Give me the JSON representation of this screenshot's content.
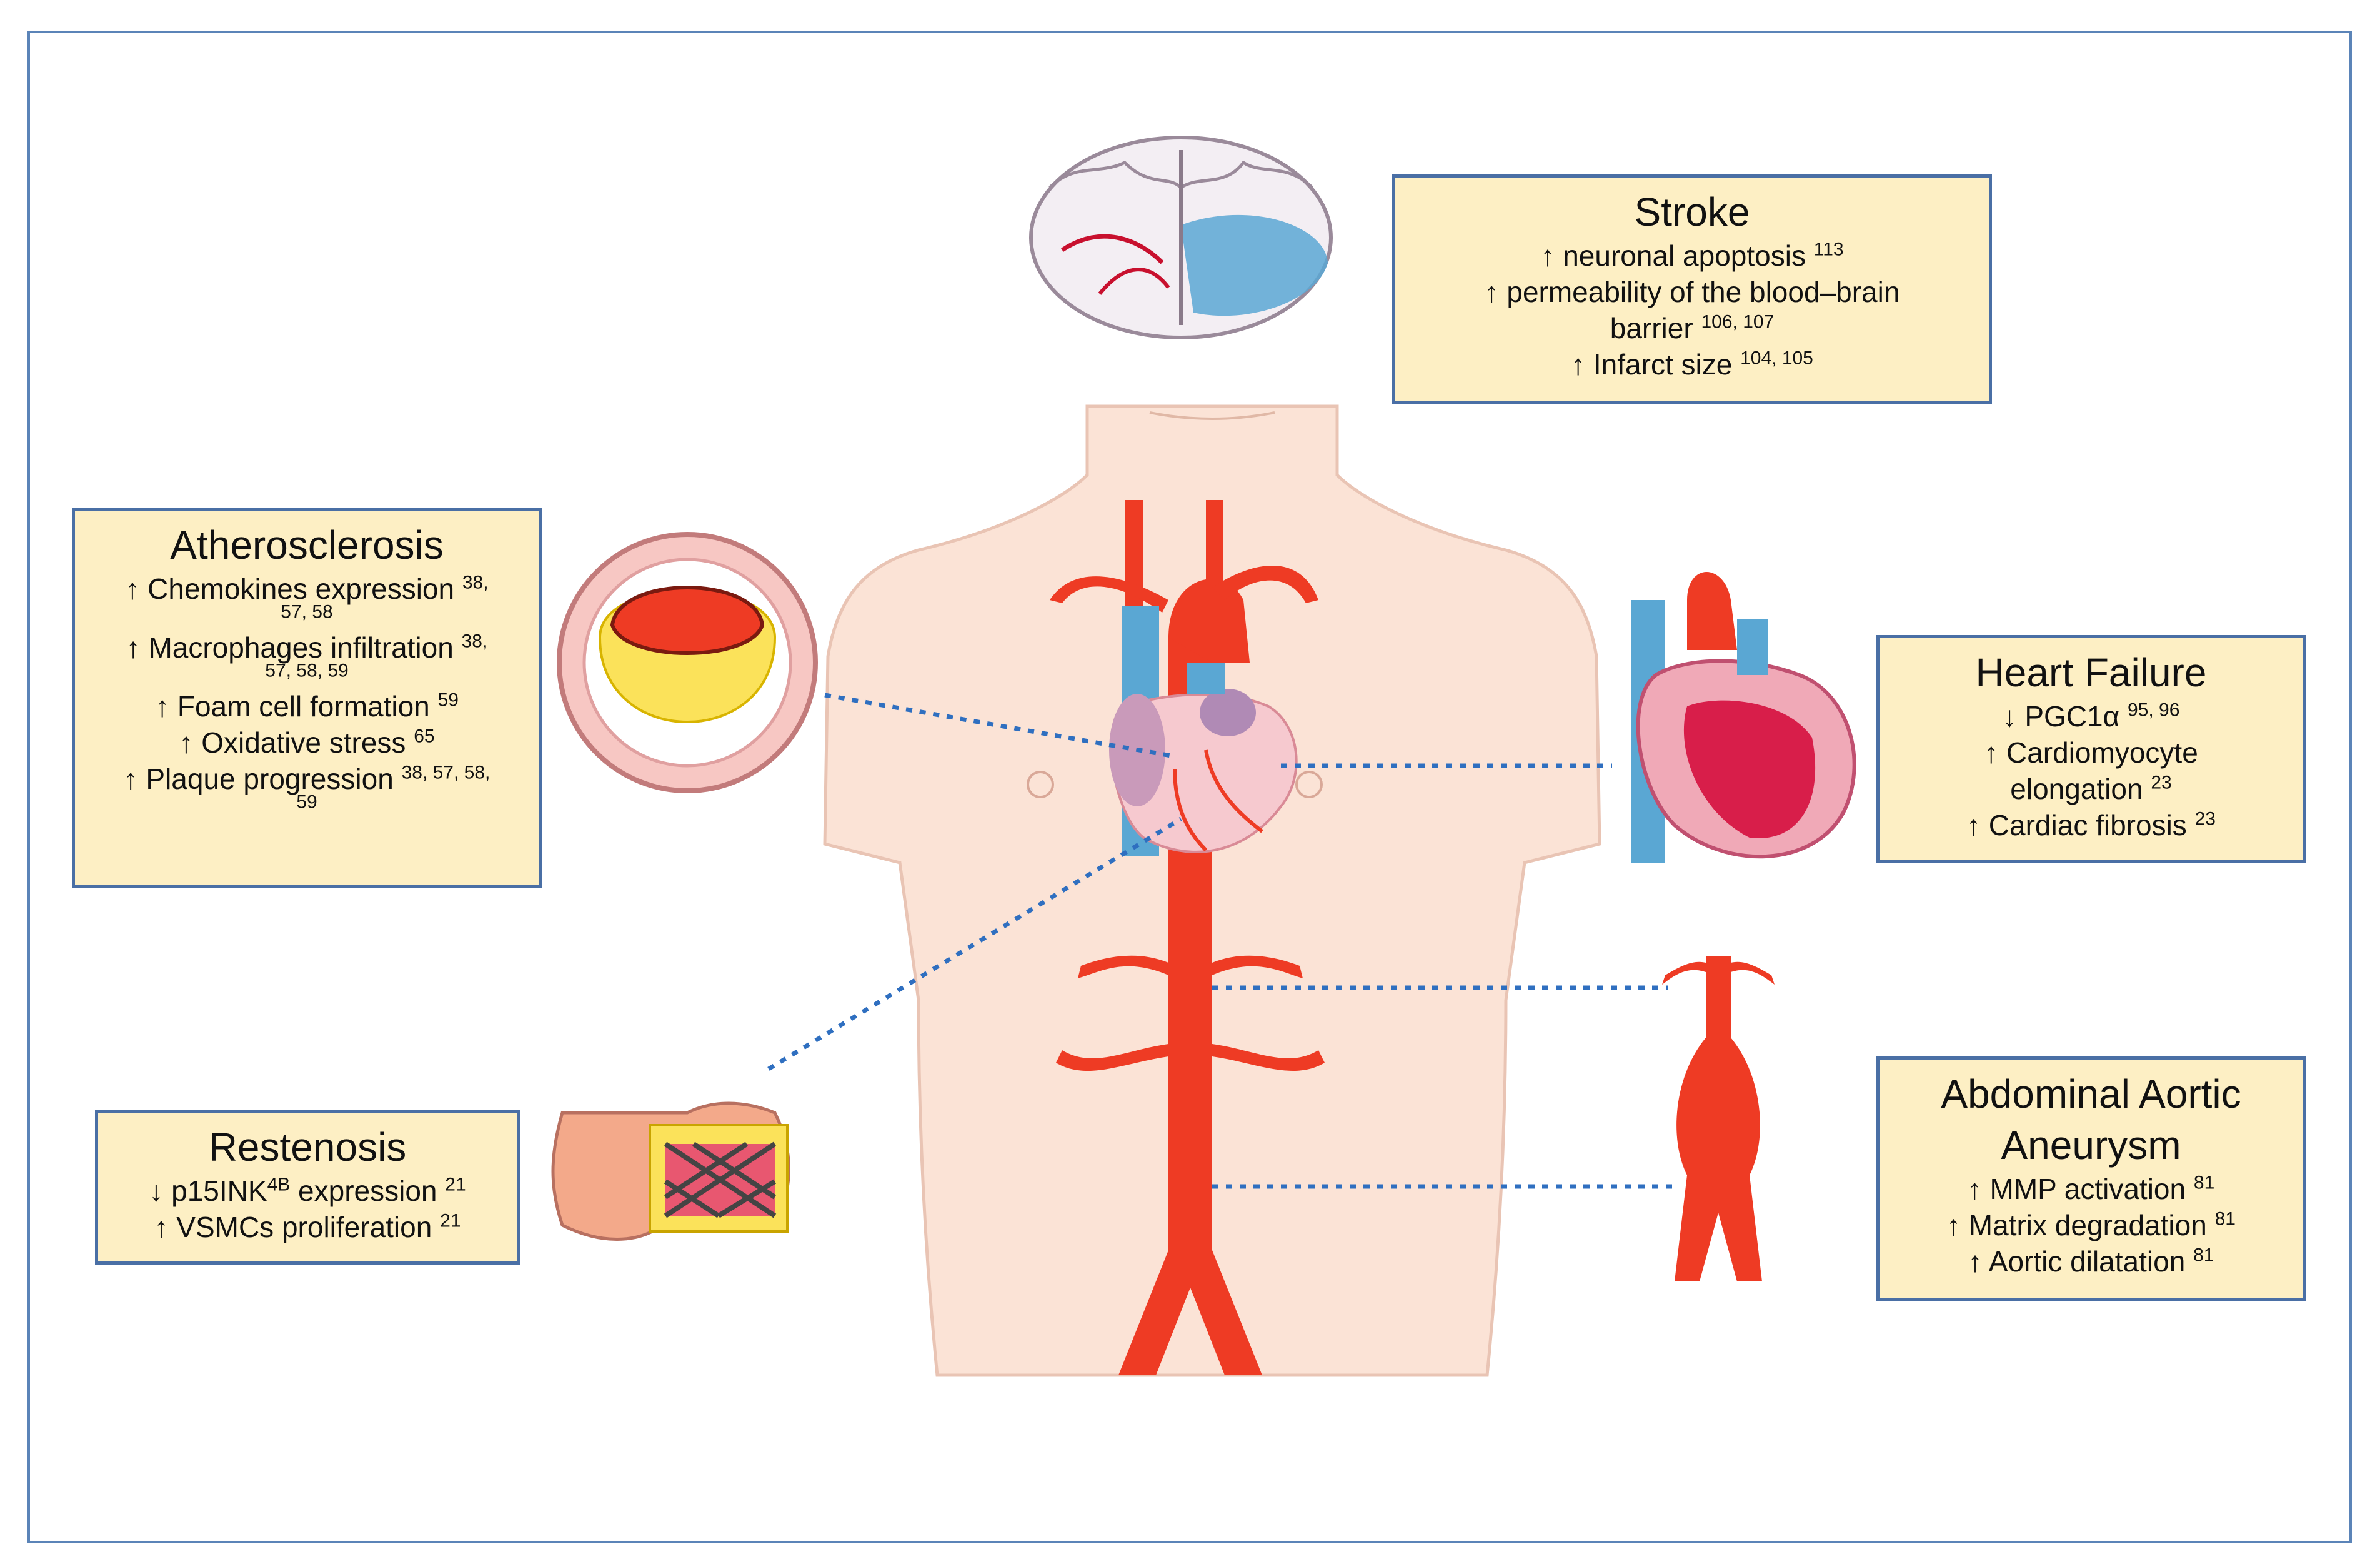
{
  "colors": {
    "box_fill": "#fdefc4",
    "box_border": "#4a6fa5",
    "artery": "#ee3b24",
    "vein": "#5aa7d3",
    "skin": "#fbe3d6",
    "connector": "#2f6fc0"
  },
  "stroke": {
    "title": "Stroke",
    "lines": [
      {
        "text": "↑  neuronal apoptosis ",
        "ref": "113"
      },
      {
        "text": "↑  permeability of the blood–brain",
        "ref": ""
      },
      {
        "text": "barrier ",
        "ref": "106, 107"
      },
      {
        "text": "↑ Infarct size ",
        "ref": "104, 105"
      }
    ]
  },
  "atherosclerosis": {
    "title": "Atherosclerosis",
    "lines": [
      {
        "text": "↑ Chemokines expression ",
        "ref": "38,"
      },
      {
        "text": "",
        "ref": "57, 58"
      },
      {
        "text": "↑ Macrophages infiltration ",
        "ref": "38,"
      },
      {
        "text": "",
        "ref": "57, 58, 59"
      },
      {
        "text": "↑ Foam cell formation ",
        "ref": "59"
      },
      {
        "text": "↑ Oxidative stress ",
        "ref": "65"
      },
      {
        "text": "↑ Plaque progression ",
        "ref": "38, 57, 58,"
      },
      {
        "text": "",
        "ref": "59"
      }
    ]
  },
  "heart_failure": {
    "title": "Heart Failure",
    "lines": [
      {
        "text": "↓ PGC1α ",
        "ref": "95, 96"
      },
      {
        "text": "↑ Cardiomyocyte",
        "ref": ""
      },
      {
        "text": "elongation ",
        "ref": "23"
      },
      {
        "text": "↑ Cardiac fibrosis ",
        "ref": "23"
      }
    ]
  },
  "restenosis": {
    "title": "Restenosis",
    "line1": {
      "pre": "↓ p15INK",
      "sup": "4B",
      "post": " expression ",
      "ref": "21"
    },
    "line2": {
      "text": "↑ VSMCs proliferation ",
      "ref": "21"
    }
  },
  "aaa": {
    "title1": "Abdominal Aortic",
    "title2": "Aneurysm",
    "lines": [
      {
        "text": "↑ MMP activation ",
        "ref": "81"
      },
      {
        "text": "↑ Matrix degradation ",
        "ref": "81"
      },
      {
        "text": "↑ Aortic dilatation ",
        "ref": "81"
      }
    ]
  }
}
